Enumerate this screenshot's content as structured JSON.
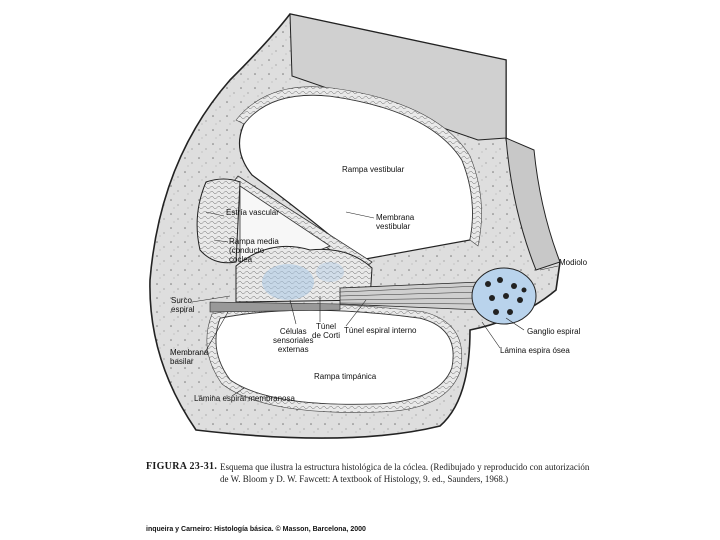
{
  "labels": {
    "rampa_vestibular": "Rampa vestibular",
    "estria_vascular": "Estría vascular",
    "membrana_vestibular": "Membrana\nvestibular",
    "rampa_media": "Rampa media\n(conducto\ncoclea",
    "modiolo": "Modiolo",
    "surco_espiral": "Surco\nespiral",
    "celulas_sensoriales": "Células\nsensoriales\nexternas",
    "tunel_corti": "Túnel\nde Corti",
    "tunel_espiral": "Túnel espiral interno",
    "ganglio_espiral": "Ganglio espiral",
    "lamina_ospira": "Lámina espira ósea",
    "membrana_basilar": "Membrana\nbasilar",
    "rampa_timpanica": "Rampa timpánica",
    "lamina_espiral_membranosa": "Lámina espiral membranosa"
  },
  "caption": {
    "figure_number": "FIGURA 23-31.",
    "line1": "Esquema que ilustra la estructura histológica de la cóclea. (Redibujado y reproducido con autorización",
    "line2": "de W. Bloom y D. W. Fawcett: A textbook of Histology, 9. ed., Saunders, 1968.)"
  },
  "credit": "inqueira y Carneiro: Histología básica. © Masson, Barcelona, 2000",
  "colors": {
    "tissue_fill": "#e6e6e6",
    "bone_fill": "#dcdcdc",
    "outline": "#222222",
    "highlight_blue": "#a9c8e6"
  }
}
